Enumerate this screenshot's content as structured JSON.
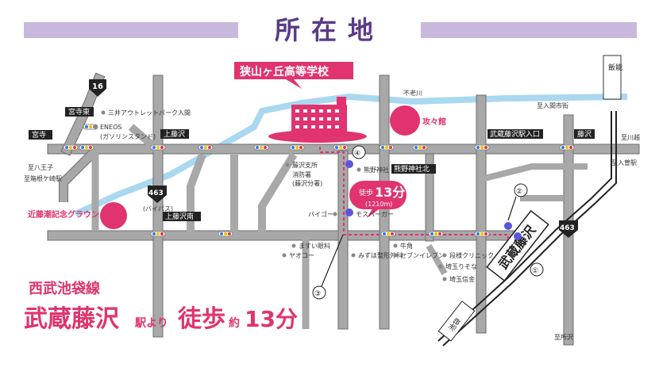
{
  "title": "所在地",
  "school": "狭山ヶ丘高等学校",
  "labels": {
    "river": "不老川",
    "miyaderahigashi": "宮寺東",
    "miyadera": "宮寺",
    "mitsui": "三井アウトレットパーク入間",
    "eneos": "ENEOS",
    "eneos_sub": "(ガソリンスタンド)",
    "kamifujisawa": "上藤沢",
    "hachioji": "至八王子",
    "hakoneg": "至箱根ケ崎駅",
    "bypass": "(バイパス)",
    "kondo_ground": "近藤潮記念グラウンド",
    "kamifujisawaminami": "上藤沢南",
    "kokokan": "攻々館",
    "fujisawa_branch": "藤沢支所",
    "fire": "消防署",
    "fire_sub": "(藤沢分署)",
    "kumano": "熊野神社",
    "kumano_kita": "熊野神社北",
    "walk": "徒歩",
    "walk_min": "13分",
    "walk_dist": "(1210m)",
    "bigo": "バイゴー",
    "mos": "モスバーガー",
    "masui": "ますい眼科",
    "yaoko": "ヤオコー",
    "mizuho": "みずほ整形外科",
    "gyukaku": "牛角",
    "seven": "セブンイレブン",
    "danryou": "段様クリニック",
    "saitama_resona": "埼玉りそな",
    "saitama_bank": "埼玉信金",
    "ekimae_entrance": "武蔵藤沢駅入口",
    "fujisawa": "藤沢",
    "iruma_city": "至入間市街",
    "kawagoe": "至川越",
    "irumagaoka": "至入曽駅",
    "tokorozawa": "至所沢",
    "hanno": "飯能",
    "station": "武蔵藤沢",
    "line_vertical": "池袋",
    "route16": "16",
    "route463a": "463",
    "route463b": "463",
    "n1": "①",
    "n2": "②",
    "n3": "③",
    "n4": "④"
  },
  "footer": {
    "line": "西武池袋線",
    "station": "武蔵藤沢",
    "from": "駅より",
    "walk": "徒歩",
    "approx": "約",
    "time": "13分"
  },
  "colors": {
    "title": "#5a3b86",
    "accent": "#e0336f",
    "road": "#a8a8a8",
    "river": "#a9d8f0",
    "walk_marker": "#5a55e0"
  }
}
